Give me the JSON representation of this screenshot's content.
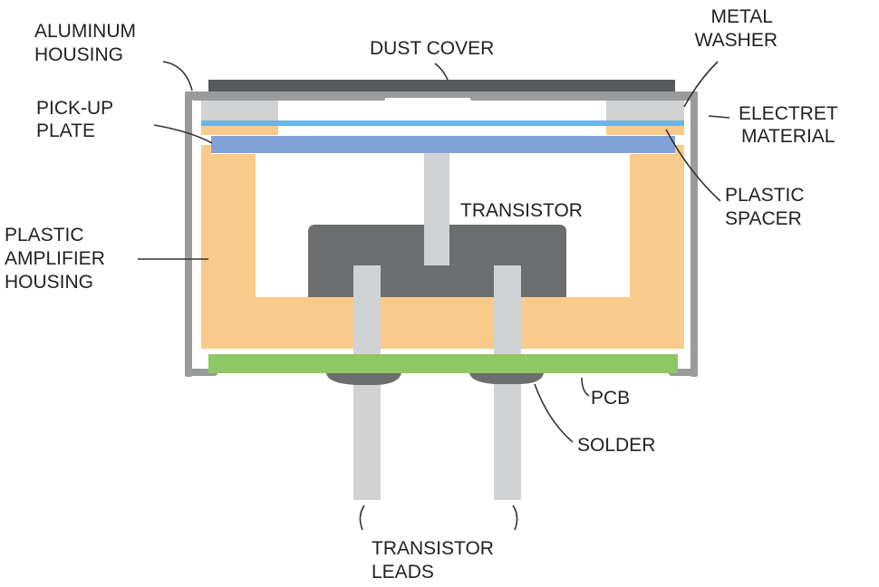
{
  "labels": {
    "aluminum_housing": [
      "ALUMINUM",
      "HOUSING"
    ],
    "dust_cover": "DUST COVER",
    "metal_washer": [
      "METAL",
      "WASHER"
    ],
    "electret_material": [
      "ELECTRET",
      "MATERIAL"
    ],
    "pickup_plate": [
      "PICK-UP",
      "PLATE"
    ],
    "plastic_spacer": [
      "PLASTIC",
      "SPACER"
    ],
    "transistor": "TRANSISTOR",
    "plastic_amplifier_housing": [
      "PLASTIC",
      "AMPLIFIER",
      "HOUSING"
    ],
    "pcb": "PCB",
    "solder": "SOLDER",
    "transistor_leads": [
      "TRANSISTOR",
      "LEADS"
    ]
  },
  "colors": {
    "housing": "#9a9b9d",
    "dust_cover": "#58595b",
    "washer": "#d1d2d4",
    "electret": "#6cb4e6",
    "spacer": "#f8cb8a",
    "pickup_plate": "#80a2d6",
    "amplifier_housing": "#f8cb8a",
    "transistor": "#6d6e70",
    "leads": "#d1d2d4",
    "pcb": "#8dc863",
    "solder": "#6d6e70"
  }
}
